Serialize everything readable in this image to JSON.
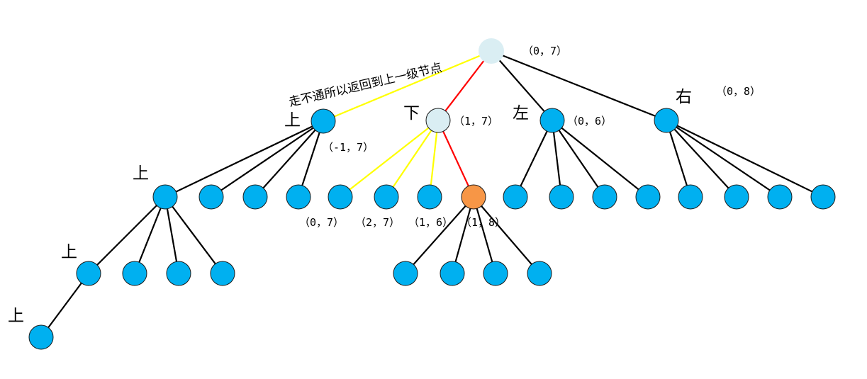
{
  "colors": {
    "node_default": "#00B0F0",
    "node_root": "#DAEEF3",
    "node_current": "#F79646",
    "edge_default": "#000000",
    "edge_path": "#FF0000",
    "edge_backtrack": "#FFFF00",
    "node_stroke": "#1a1a1a"
  },
  "nodes": [
    {
      "id": "root",
      "fill": "root"
    },
    {
      "id": "up1",
      "fill": "default"
    },
    {
      "id": "down1",
      "fill": "root"
    },
    {
      "id": "left1",
      "fill": "default"
    },
    {
      "id": "right1",
      "fill": "default"
    },
    {
      "id": "up-up",
      "fill": "default"
    },
    {
      "id": "up-c2",
      "fill": "default"
    },
    {
      "id": "up-c3",
      "fill": "default"
    },
    {
      "id": "up-c4",
      "fill": "default"
    },
    {
      "id": "down-c1",
      "fill": "default"
    },
    {
      "id": "down-c2",
      "fill": "default"
    },
    {
      "id": "down-c3",
      "fill": "default"
    },
    {
      "id": "down-c4",
      "fill": "current"
    },
    {
      "id": "left-c1",
      "fill": "default"
    },
    {
      "id": "left-c2",
      "fill": "default"
    },
    {
      "id": "left-c3",
      "fill": "default"
    },
    {
      "id": "left-c4",
      "fill": "default"
    },
    {
      "id": "right-c1",
      "fill": "default"
    },
    {
      "id": "right-c2",
      "fill": "default"
    },
    {
      "id": "right-c3",
      "fill": "default"
    },
    {
      "id": "right-c4",
      "fill": "default"
    },
    {
      "id": "l3-up",
      "fill": "default"
    },
    {
      "id": "l3-c2",
      "fill": "default"
    },
    {
      "id": "l3-c3",
      "fill": "default"
    },
    {
      "id": "l3-c4",
      "fill": "default"
    },
    {
      "id": "l3r-c1",
      "fill": "default"
    },
    {
      "id": "l3r-c2",
      "fill": "default"
    },
    {
      "id": "l3r-c3",
      "fill": "default"
    },
    {
      "id": "l3r-c4",
      "fill": "default"
    },
    {
      "id": "l4-up",
      "fill": "default"
    }
  ],
  "edges": [
    {
      "from": "root",
      "to": "up1",
      "kind": "backtrack"
    },
    {
      "from": "root",
      "to": "down1",
      "kind": "path"
    },
    {
      "from": "root",
      "to": "left1",
      "kind": "default"
    },
    {
      "from": "root",
      "to": "right1",
      "kind": "default"
    },
    {
      "from": "up1",
      "to": "up-up",
      "kind": "default"
    },
    {
      "from": "up1",
      "to": "up-c2",
      "kind": "default"
    },
    {
      "from": "up1",
      "to": "up-c3",
      "kind": "default"
    },
    {
      "from": "up1",
      "to": "up-c4",
      "kind": "default"
    },
    {
      "from": "down1",
      "to": "down-c1",
      "kind": "backtrack"
    },
    {
      "from": "down1",
      "to": "down-c2",
      "kind": "backtrack"
    },
    {
      "from": "down1",
      "to": "down-c3",
      "kind": "backtrack"
    },
    {
      "from": "down1",
      "to": "down-c4",
      "kind": "path"
    },
    {
      "from": "left1",
      "to": "left-c1",
      "kind": "default"
    },
    {
      "from": "left1",
      "to": "left-c2",
      "kind": "default"
    },
    {
      "from": "left1",
      "to": "left-c3",
      "kind": "default"
    },
    {
      "from": "left1",
      "to": "left-c4",
      "kind": "default"
    },
    {
      "from": "right1",
      "to": "right-c1",
      "kind": "default"
    },
    {
      "from": "right1",
      "to": "right-c2",
      "kind": "default"
    },
    {
      "from": "right1",
      "to": "right-c3",
      "kind": "default"
    },
    {
      "from": "right1",
      "to": "right-c4",
      "kind": "default"
    },
    {
      "from": "up-up",
      "to": "l3-up",
      "kind": "default"
    },
    {
      "from": "up-up",
      "to": "l3-c2",
      "kind": "default"
    },
    {
      "from": "up-up",
      "to": "l3-c3",
      "kind": "default"
    },
    {
      "from": "up-up",
      "to": "l3-c4",
      "kind": "default"
    },
    {
      "from": "down-c4",
      "to": "l3r-c1",
      "kind": "default"
    },
    {
      "from": "down-c4",
      "to": "l3r-c2",
      "kind": "default"
    },
    {
      "from": "down-c4",
      "to": "l3r-c3",
      "kind": "default"
    },
    {
      "from": "down-c4",
      "to": "l3r-c4",
      "kind": "default"
    },
    {
      "from": "l3-up",
      "to": "l4-up",
      "kind": "default"
    }
  ],
  "labels": {
    "root_coord": "（0，7）",
    "up1_coord": "（-1，7）",
    "down1_coord": "（1，7）",
    "left1_coord": "（0，6）",
    "right1_coord": "（0，8）",
    "down_c1_coord": "（0，7）",
    "down_c2_coord": "（2，7）",
    "down_c3_coord": "（1，6）",
    "down_c4_coord": "（1，8）",
    "dir_up1": "上",
    "dir_down1": "下",
    "dir_left1": "左",
    "dir_right1": "右",
    "dir_up2": "上",
    "dir_up3": "上",
    "dir_up4": "上",
    "backtrack_note": "走不通所以返回到上一级节点"
  }
}
